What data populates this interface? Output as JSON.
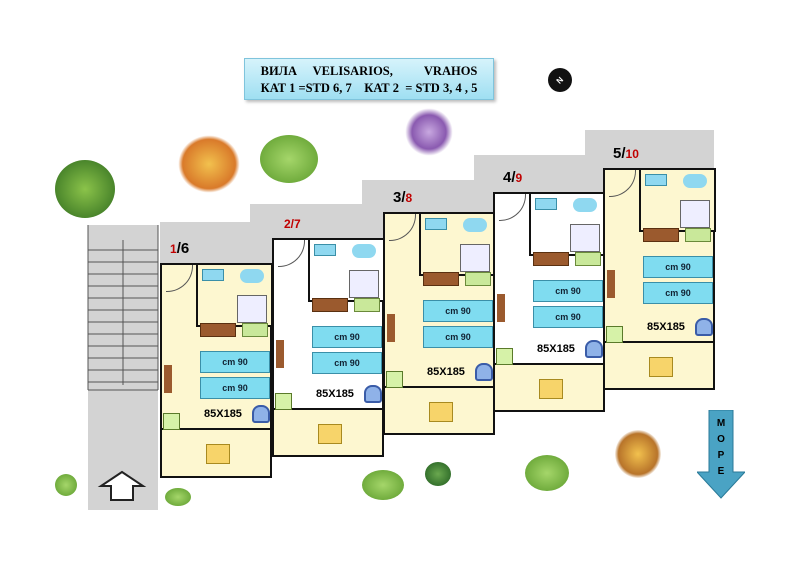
{
  "header": {
    "line1": "ВИЛА     VELISARIOS,          VRAHOS",
    "line2": "КАТ 1 =STD 6, 7    КАТ 2  = STD 3, 4 , 5"
  },
  "compass": {
    "label": "N"
  },
  "sea_arrow": {
    "label": "МОРЕ"
  },
  "colors": {
    "yellow_room": "#fdf7d0",
    "white_room": "#ffffff",
    "bed": "#7fdcf0",
    "corridor": "#d3d3d3",
    "sea_arrow": "#4aa3c4"
  },
  "units": [
    {
      "parts": [
        {
          "t": "1",
          "red": true
        },
        {
          "t": "/6",
          "red": false
        }
      ],
      "bed_label": "cm 90",
      "size": "85X185"
    },
    {
      "parts": [
        {
          "t": "2/7",
          "red": true
        }
      ],
      "bed_label": "cm 90",
      "size": "85X185"
    },
    {
      "parts": [
        {
          "t": "3/",
          "red": false
        },
        {
          "t": "8",
          "red": true
        }
      ],
      "bed_label": "cm 90",
      "size": "85X185"
    },
    {
      "parts": [
        {
          "t": "4/",
          "red": false
        },
        {
          "t": "9",
          "red": true
        }
      ],
      "bed_label": "cm 90",
      "size": "85X185"
    },
    {
      "parts": [
        {
          "t": "5/",
          "red": false
        },
        {
          "t": "10",
          "red": true
        }
      ],
      "bed_label": "cm 90",
      "size": "85X185"
    }
  ]
}
